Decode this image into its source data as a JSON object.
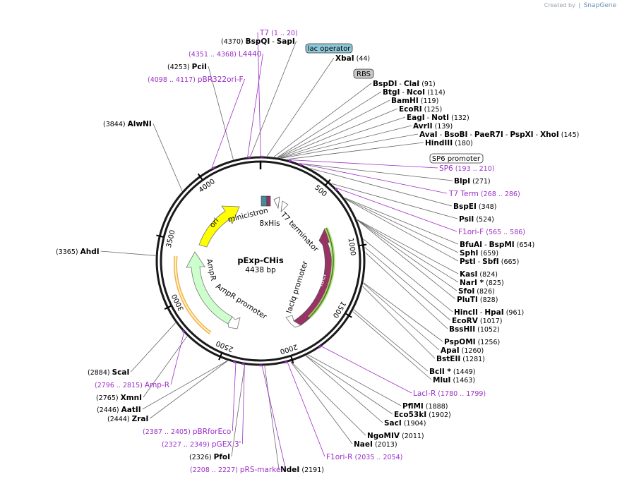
{
  "credit": {
    "prefix": "Created by",
    "brand": "SnapGene"
  },
  "plasmid": {
    "name": "pExp-CHis",
    "length_label": "4438 bp",
    "length": 4438
  },
  "ticks": [
    "500",
    "1000",
    "1500",
    "2000",
    "2500",
    "3000",
    "3500",
    "4000"
  ],
  "features": [
    {
      "name": "ori",
      "color": "#ffff00"
    },
    {
      "name": "AmpR",
      "color": "#ccffcc"
    },
    {
      "name": "AmpR promoter"
    },
    {
      "name": "lacI",
      "color": "#993366"
    },
    {
      "name": "lacIq promoter"
    },
    {
      "name": "T7 terminator"
    },
    {
      "name": "minicistron"
    },
    {
      "name": "8xHis"
    }
  ],
  "boxed_labels": [
    {
      "name": "lac operator",
      "color": "#8fc8d8"
    },
    {
      "name": "RBS",
      "color": "#c8c8c8"
    },
    {
      "name": "SP6 promoter",
      "color": "#ffffff"
    }
  ],
  "enzymes": [
    {
      "segs": [
        {
          "t": "BspQI",
          "b": true
        },
        {
          "t": "  - ",
          "b": false
        },
        {
          "t": "SapI",
          "b": true
        }
      ],
      "pos": "(4370)",
      "side": "left"
    },
    {
      "segs": [
        {
          "t": "PciI",
          "b": true
        }
      ],
      "pos": "(4253)",
      "side": "left"
    },
    {
      "segs": [
        {
          "t": "AlwNI",
          "b": true
        }
      ],
      "pos": "(3844)",
      "side": "left"
    },
    {
      "segs": [
        {
          "t": "AhdI",
          "b": true
        }
      ],
      "pos": "(3365)",
      "side": "left"
    },
    {
      "segs": [
        {
          "t": "ScaI",
          "b": true
        }
      ],
      "pos": "(2884)",
      "side": "left"
    },
    {
      "segs": [
        {
          "t": "XmnI",
          "b": true
        }
      ],
      "pos": "(2765)",
      "side": "left"
    },
    {
      "segs": [
        {
          "t": "AatII",
          "b": true
        }
      ],
      "pos": "(2446)",
      "side": "left"
    },
    {
      "segs": [
        {
          "t": "ZraI",
          "b": true
        }
      ],
      "pos": "(2444)",
      "side": "left"
    },
    {
      "segs": [
        {
          "t": "PfoI",
          "b": true
        }
      ],
      "pos": "(2326)",
      "side": "left"
    },
    {
      "segs": [
        {
          "t": "NdeI",
          "b": true
        }
      ],
      "pos": "(2191)",
      "side": "right"
    },
    {
      "segs": [
        {
          "t": "XbaI",
          "b": true
        }
      ],
      "pos": "(44)",
      "side": "right"
    },
    {
      "segs": [
        {
          "t": "BspDI",
          "b": true
        },
        {
          "t": "  - ",
          "b": false
        },
        {
          "t": "ClaI",
          "b": true
        }
      ],
      "pos": "(91)",
      "side": "right"
    },
    {
      "segs": [
        {
          "t": "BtgI",
          "b": true
        },
        {
          "t": "  - ",
          "b": false
        },
        {
          "t": "NcoI",
          "b": true
        }
      ],
      "pos": "(114)",
      "side": "right"
    },
    {
      "segs": [
        {
          "t": "BamHI",
          "b": true
        }
      ],
      "pos": "(119)",
      "side": "right"
    },
    {
      "segs": [
        {
          "t": "EcoRI",
          "b": true
        }
      ],
      "pos": "(125)",
      "side": "right"
    },
    {
      "segs": [
        {
          "t": "EagI",
          "b": true
        },
        {
          "t": "  - ",
          "b": false
        },
        {
          "t": "NotI",
          "b": true
        }
      ],
      "pos": "(132)",
      "side": "right"
    },
    {
      "segs": [
        {
          "t": "AvrII",
          "b": true
        }
      ],
      "pos": "(139)",
      "side": "right"
    },
    {
      "segs": [
        {
          "t": "AvaI",
          "b": true
        },
        {
          "t": "  - ",
          "b": false
        },
        {
          "t": "BsoBI",
          "b": true
        },
        {
          "t": "  - ",
          "b": false
        },
        {
          "t": "PaeR7I",
          "b": true
        },
        {
          "t": "  - ",
          "b": false
        },
        {
          "t": "PspXI",
          "b": true
        },
        {
          "t": "  - ",
          "b": false
        },
        {
          "t": "XhoI",
          "b": true
        }
      ],
      "pos": "(145)",
      "side": "right"
    },
    {
      "segs": [
        {
          "t": "HindIII",
          "b": true
        }
      ],
      "pos": "(180)",
      "side": "right"
    },
    {
      "segs": [
        {
          "t": "BlpI",
          "b": true
        }
      ],
      "pos": "(271)",
      "side": "right"
    },
    {
      "segs": [
        {
          "t": "BspEI",
          "b": true
        }
      ],
      "pos": "(348)",
      "side": "right"
    },
    {
      "segs": [
        {
          "t": "PsiI",
          "b": true
        }
      ],
      "pos": "(524)",
      "side": "right"
    },
    {
      "segs": [
        {
          "t": "BfuAI",
          "b": true
        },
        {
          "t": "  - ",
          "b": false
        },
        {
          "t": "BspMI",
          "b": true
        }
      ],
      "pos": "(654)",
      "side": "right"
    },
    {
      "segs": [
        {
          "t": "SphI",
          "b": true
        }
      ],
      "pos": "(659)",
      "side": "right"
    },
    {
      "segs": [
        {
          "t": "PstI",
          "b": true
        },
        {
          "t": "  - ",
          "b": false
        },
        {
          "t": "SbfI",
          "b": true
        }
      ],
      "pos": "(665)",
      "side": "right"
    },
    {
      "segs": [
        {
          "t": "KasI",
          "b": true
        }
      ],
      "pos": "(824)",
      "side": "right"
    },
    {
      "segs": [
        {
          "t": "NarI *",
          "b": true
        }
      ],
      "pos": "(825)",
      "side": "right"
    },
    {
      "segs": [
        {
          "t": "SfoI",
          "b": true
        }
      ],
      "pos": "(826)",
      "side": "right"
    },
    {
      "segs": [
        {
          "t": "PluTI",
          "b": true
        }
      ],
      "pos": "(828)",
      "side": "right"
    },
    {
      "segs": [
        {
          "t": "HincII",
          "b": true
        },
        {
          "t": "  - ",
          "b": false
        },
        {
          "t": "HpaI",
          "b": true
        }
      ],
      "pos": "(961)",
      "side": "right"
    },
    {
      "segs": [
        {
          "t": "EcoRV",
          "b": true
        }
      ],
      "pos": "(1017)",
      "side": "right"
    },
    {
      "segs": [
        {
          "t": "BssHII",
          "b": true
        }
      ],
      "pos": "(1052)",
      "side": "right"
    },
    {
      "segs": [
        {
          "t": "PspOMI",
          "b": true
        }
      ],
      "pos": "(1256)",
      "side": "right"
    },
    {
      "segs": [
        {
          "t": "ApaI",
          "b": true
        }
      ],
      "pos": "(1260)",
      "side": "right"
    },
    {
      "segs": [
        {
          "t": "BstEII",
          "b": true
        }
      ],
      "pos": "(1281)",
      "side": "right"
    },
    {
      "segs": [
        {
          "t": "BclI *",
          "b": true
        }
      ],
      "pos": "(1449)",
      "side": "right"
    },
    {
      "segs": [
        {
          "t": "MluI",
          "b": true
        }
      ],
      "pos": "(1463)",
      "side": "right"
    },
    {
      "segs": [
        {
          "t": "PflMI",
          "b": true
        }
      ],
      "pos": "(1888)",
      "side": "right"
    },
    {
      "segs": [
        {
          "t": "Eco53kI",
          "b": true
        }
      ],
      "pos": "(1902)",
      "side": "right"
    },
    {
      "segs": [
        {
          "t": "SacI",
          "b": true
        }
      ],
      "pos": "(1904)",
      "side": "right"
    },
    {
      "segs": [
        {
          "t": "NgoMIV",
          "b": true
        }
      ],
      "pos": "(2011)",
      "side": "right"
    },
    {
      "segs": [
        {
          "t": "NaeI",
          "b": true
        }
      ],
      "pos": "(2013)",
      "side": "right"
    }
  ],
  "primers": [
    {
      "name": "T7",
      "range": "(1 .. 20)",
      "side": "right"
    },
    {
      "name": "L4440",
      "range": "(4351 .. 4368)",
      "side": "left"
    },
    {
      "name": "pBR322ori-F",
      "range": "(4098 .. 4117)",
      "side": "left"
    },
    {
      "name": "Amp-R",
      "range": "(2796 .. 2815)",
      "side": "left"
    },
    {
      "name": "pBRforEco",
      "range": "(2387 .. 2405)",
      "side": "left"
    },
    {
      "name": "pGEX 3'",
      "range": "(2327 .. 2349)",
      "side": "left"
    },
    {
      "name": "pRS-marker",
      "range": "(2208 .. 2227)",
      "side": "left"
    },
    {
      "name": "SP6",
      "range": "(193 .. 210)",
      "side": "right"
    },
    {
      "name": "T7 Term",
      "range": "(268 .. 286)",
      "side": "right"
    },
    {
      "name": "F1ori-F",
      "range": "(565 .. 586)",
      "side": "right"
    },
    {
      "name": "LacI-R",
      "range": "(1780 .. 1799)",
      "side": "right"
    },
    {
      "name": "F1ori-R",
      "range": "(2035 .. 2054)",
      "side": "right"
    }
  ]
}
